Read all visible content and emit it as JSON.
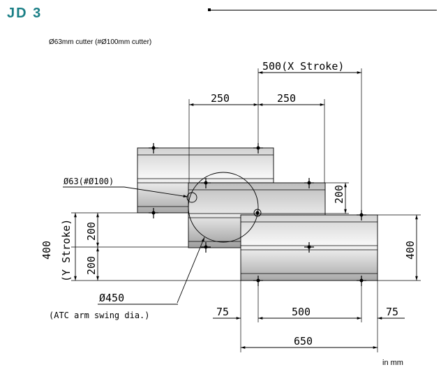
{
  "header": {
    "title": "JD 3",
    "subtitle": "Ø63mm cutter (#Ø100mm cutter)",
    "unit_note": "in mm"
  },
  "dimensions": {
    "x_stroke": "500(X Stroke)",
    "left_250": "250",
    "right_250": "250",
    "cutter": "Ø63(#Ø100)",
    "offset_200": "200",
    "y_400": "400",
    "y_stroke": "(Y Stroke)",
    "upper_200": "200",
    "lower_200": "200",
    "right_400": "400",
    "swing_dia": "Ø450",
    "swing_note": "(ATC arm swing dia.)",
    "left_75": "75",
    "mid_500": "500",
    "right_75": "75",
    "total_650": "650"
  },
  "colors": {
    "title": "#1a7f86",
    "table_light": "#f2f2f2",
    "table_dark": "#a9a9a9"
  }
}
